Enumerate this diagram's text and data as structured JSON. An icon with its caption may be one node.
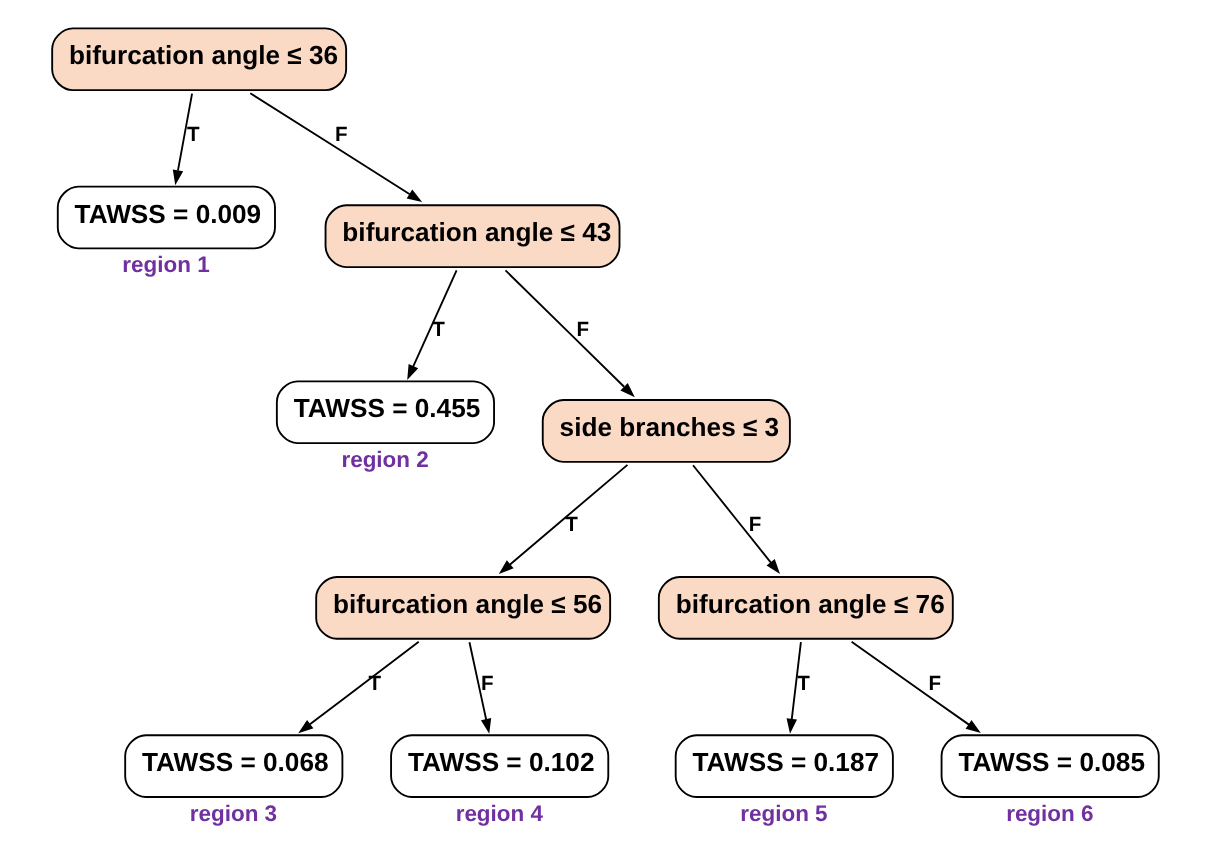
{
  "diagram": {
    "nodes": [
      {
        "text": [
          "bifurcation angle ≤ 36"
        ]
      },
      {
        "text": [
          "TAWSS = 0.009"
        ],
        "beside": [
          "region 1"
        ]
      },
      {
        "text": [
          "bifurcation angle ≤ 43"
        ]
      },
      {
        "text": [
          "TAWSS = 0.455"
        ],
        "beside": [
          "region 2"
        ]
      },
      {
        "text": [
          "side branches ≤ 3"
        ]
      },
      {
        "text": [
          "bifurcation angle ≤ 56"
        ]
      },
      {
        "text": [
          "bifurcation angle ≤ 76"
        ]
      },
      {
        "text": [
          "TAWSS = 0.068"
        ],
        "beside": [
          "region 3"
        ]
      },
      {
        "text": [
          "TAWSS = 0.102"
        ],
        "beside": [
          "region 4"
        ]
      },
      {
        "text": [
          "TAWSS = 0.187"
        ],
        "beside": [
          "region 5"
        ]
      },
      {
        "text": [
          "TAWSS = 0.085"
        ],
        "beside": [
          "region 6"
        ]
      }
    ],
    "edges": [
      {
        "from": 0,
        "to": 1,
        "arrow": "to",
        "label": "T"
      },
      {
        "from": 0,
        "to": 2,
        "arrow": "to",
        "label": "F"
      },
      {
        "from": 2,
        "to": 3,
        "arrow": "to",
        "label": "T"
      },
      {
        "from": 2,
        "to": 4,
        "arrow": "to",
        "label": "F"
      },
      {
        "from": 4,
        "to": 5,
        "arrow": "to",
        "label": "T"
      },
      {
        "from": 4,
        "to": 6,
        "arrow": "to",
        "label": "F"
      },
      {
        "from": 5,
        "to": 7,
        "arrow": "to",
        "label": "T"
      },
      {
        "from": 5,
        "to": 8,
        "arrow": "to",
        "label": "F"
      },
      {
        "from": 6,
        "to": 9,
        "arrow": "to",
        "label": "T"
      },
      {
        "from": 6,
        "to": 10,
        "arrow": "to",
        "label": "F"
      }
    ]
  }
}
